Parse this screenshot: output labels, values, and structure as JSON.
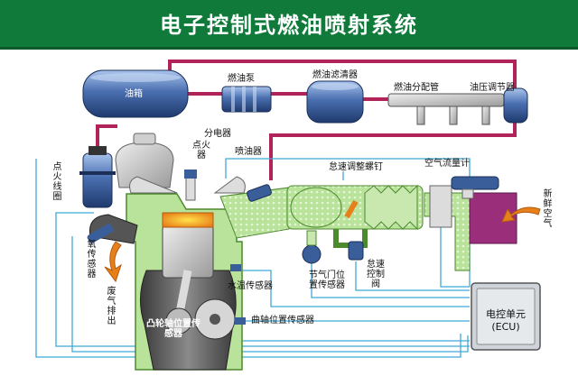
{
  "title": "电子控制式燃油喷射系统",
  "labels": {
    "fuel_tank": "油箱",
    "fuel_pump": "燃油泵",
    "fuel_filter": "燃油滤清器",
    "fuel_rail": "燃油分配管",
    "pressure_regulator": "油压调节器",
    "distributor": "分电器",
    "ignition_coil": "点火线圈",
    "spark_plug": "点火器",
    "injector": "喷油器",
    "idle_screw": "怠速调整螺钉",
    "air_flow_meter": "空气流量计",
    "fresh_air": "新鲜空气",
    "o2_sensor": "氧传感器",
    "exhaust": "废气排出",
    "coolant_sensor": "水温传感器",
    "throttle_sensor": "节气门位置传感器",
    "idle_valve": "怠速控制阀",
    "cam_sensor": "凸轮轴位置传感器",
    "crank_sensor": "曲轴位置传感器",
    "ecu_line1": "电控单元",
    "ecu_line2": "(ECU)"
  },
  "colors": {
    "title_band": "#0f7a3a",
    "fuel_line": "#b0245a",
    "signal_line": "#3fa9d6",
    "component_blue": "#3a5e9a",
    "intake": "#a8d88a",
    "air_box": "#9a2e7a"
  }
}
